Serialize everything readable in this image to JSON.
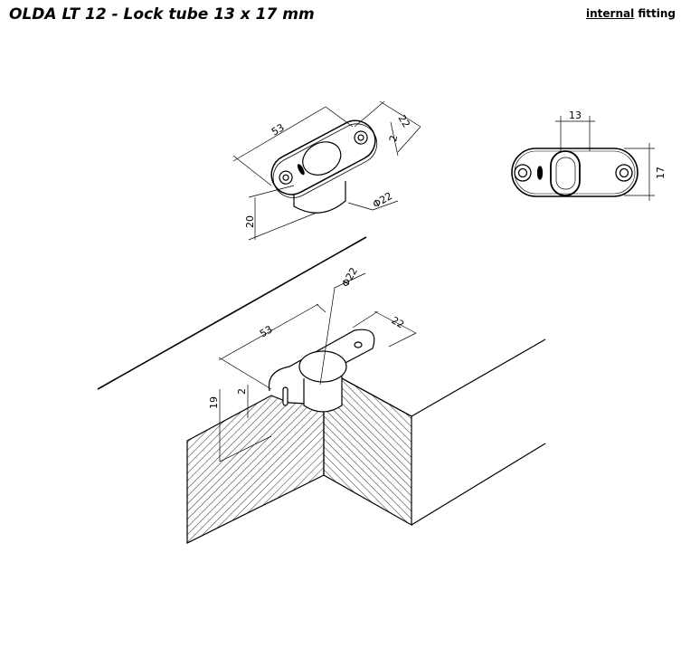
{
  "title": "OLDA LT 12 - Lock tube 13 x 17 mm",
  "fitting": {
    "underlined": "internal",
    "rest": " fitting"
  },
  "top_iso_dims": {
    "length": "53",
    "width": "22",
    "thickness": "2",
    "depth": "20",
    "diameter": "Φ22"
  },
  "front_view_dims": {
    "width": "13",
    "height": "17"
  },
  "installed_dims": {
    "diameter": "Φ22",
    "length": "53",
    "width": "22",
    "depth": "19",
    "thickness": "2"
  }
}
